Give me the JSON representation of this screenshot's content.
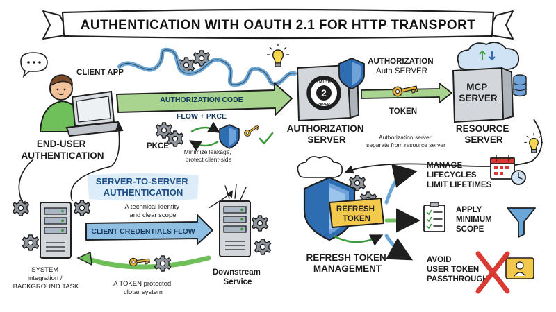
{
  "title": "AUTHENTICATION WITH OAUTH 2.1 FOR HTTP TRANSPORT",
  "nodes": {
    "client_app": "CLIENT APP",
    "end_user_auth_line1": "END-USER",
    "end_user_auth_line2": "AUTHENTICATION",
    "auth_server_top_line1": "AUTHORIZATION",
    "auth_server_top_line2": "Auth SERVER",
    "auth_server_line1": "AUTHORIZATION",
    "auth_server_line2": "SERVER",
    "mcp_server_line1": "MCP",
    "mcp_server_line2": "SERVER",
    "resource_server_line1": "RESOURCE",
    "resource_server_line2": "SERVER",
    "system_integration_line1": "SYSTEM",
    "system_integration_line2": "integration /",
    "system_integration_line3": "BACKGROUND TASK",
    "downstream_line1": "Downstream",
    "downstream_line2": "Service",
    "refresh_mgmt_line1": "REFRESH TOKEN",
    "refresh_mgmt_line2": "MANAGEMENT",
    "refresh_badge_line1": "REFRESH",
    "refresh_badge_line2": "TOKEN",
    "oauth_badge_top": "OAUTH",
    "oauth_badge_num": "2",
    "oauth_badge_bottom": "2AVER"
  },
  "flows": {
    "auth_code_line1": "AUTHORIZATION CODE",
    "auth_code_line2": "FLOW + PKCE",
    "token": "TOKEN",
    "client_credentials": "CLIENT CREDENTIALS FLOW"
  },
  "notes": {
    "pkce": "PKCE",
    "pkce_note_line1": "Minimize leakage,",
    "pkce_note_line2": "protect client-side",
    "separate_line1": "Authorization server",
    "separate_line2": "separate from resource server",
    "s2s_line1": "SERVER-TO-SERVER",
    "s2s_line2": "AUTHENTICATION",
    "s2s_note_line1": "A technical identity",
    "s2s_note_line2": "and clear scope",
    "token_protected_line1": "A TOKEN protected",
    "token_protected_line2": "clotar system"
  },
  "practices": {
    "lifecycles_line1": "MANAGE",
    "lifecycles_line2": "LIFECYCLES",
    "lifecycles_line3": "LIMIT LIFETIMES",
    "scope_line1": "APPLY",
    "scope_line2": "MINIMUM",
    "scope_line3": "SCOPE",
    "passthrough_line1": "AVOID",
    "passthrough_line2": "USER TOKEN",
    "passthrough_line3": "PASSTHROUGH"
  },
  "icons": {
    "person": "person-icon",
    "laptop": "laptop-icon",
    "speech": "speech-bubble-icon",
    "gear": "gear-icon",
    "bulb": "lightbulb-icon",
    "shield": "shield-icon",
    "key": "key-icon",
    "cloud": "cloud-icon",
    "database": "database-icon",
    "server": "server-icon",
    "calendar": "calendar-icon",
    "clock": "clock-icon",
    "clipboard": "clipboard-icon",
    "funnel": "funnel-icon",
    "cross": "cross-icon",
    "check": "check-icon"
  },
  "colors": {
    "blue_arrow": "#8fbfe3",
    "green_arrow": "#a9d48f",
    "shield_blue": "#2f6db3",
    "refresh_badge": "#f2c94c",
    "key_gold": "#e6b13b",
    "server_gray": "#cfd3d8",
    "cross_red": "#d93b34",
    "ink": "#1f1f1f"
  }
}
